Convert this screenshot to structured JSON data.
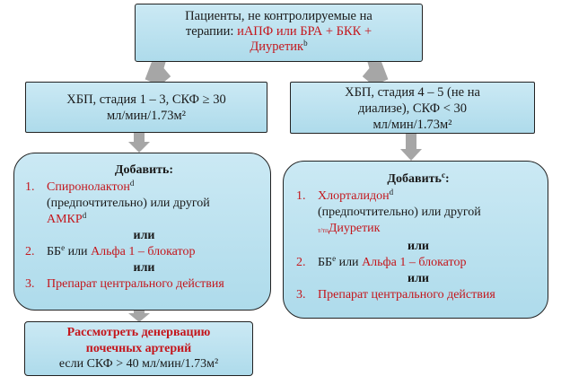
{
  "top_box": {
    "line1": "Пациенты, не контролируемые на",
    "line2_prefix": "терапии: ",
    "line2_red": "иАПФ или БРА + БКК +",
    "line3_red": "Диуретик",
    "line3_sup": "b"
  },
  "left_stage_box": {
    "line1": "ХБП, стадия 1 – 3, СКФ ≥ 30",
    "line2": "мл/мин/1.73м²"
  },
  "right_stage_box": {
    "line1": "ХБП, стадия 4 – 5 (не на",
    "line2": "диализе), СКФ < 30",
    "line3": "мл/мин/1.73м²"
  },
  "left_add_box": {
    "title": "Добавить:",
    "item1_num": "1.",
    "item1_red": "Спиронолактон",
    "item1_sup": "d",
    "item1_line2": "(предпочтительно) или другой",
    "item1_line3_red": "АМКР",
    "item1_line3_sup": "d",
    "or1": "или",
    "item2_num": "2.",
    "item2_bb": "ББ",
    "item2_bb_sup": "e",
    "item2_mid": " или ",
    "item2_red": "Альфа 1 – блокатор",
    "or2": "или",
    "item3_num": "3.",
    "item3_red": "Препарат центрального действия"
  },
  "right_add_box": {
    "title": "Добавить",
    "title_sup": "c",
    "title_colon": ":",
    "item1_num": "1.",
    "item1_red": "Хлорталидон",
    "item1_sup": "d",
    "item1_line2": "(предпочтительно) или другой",
    "item1_line3_sub": "т/тп",
    "item1_line3_red": "Диуретик",
    "or1": "или",
    "item2_num": "2.",
    "item2_bb": "ББ",
    "item2_bb_sup": "e",
    "item2_mid": " или ",
    "item2_red": "Альфа 1 – блокатор",
    "or2": "или",
    "item3_num": "3.",
    "item3_red": "Препарат центрального действия"
  },
  "bottom_box": {
    "line1_red": "Рассмотреть денервацию",
    "line2_red": "почечных артерий",
    "line3": "если СКФ > 40 мл/мин/1.73м²"
  },
  "colors": {
    "box_fill": "#b9e1ef",
    "arrow": "#a6a6a6",
    "accent_red": "#c4161c"
  }
}
